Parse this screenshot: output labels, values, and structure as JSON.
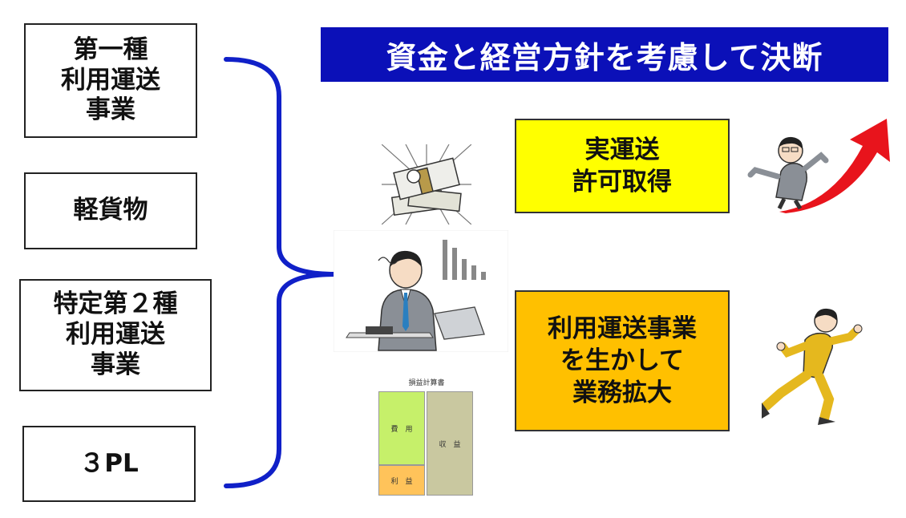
{
  "left_options": [
    {
      "label": "第一種\n利用運送\n事業"
    },
    {
      "label": "軽貨物"
    },
    {
      "label": "特定第２種\n利用運送\n事業"
    },
    {
      "label": "３PL"
    }
  ],
  "banner": {
    "text": "資金と経営方針を考慮して決断",
    "color": "#0b10b8"
  },
  "outcomes": [
    {
      "label": "実運送\n許可取得",
      "color": "#ffff00"
    },
    {
      "label": "利用運送事業\nを生かして\n業務拡大",
      "color": "#ffc000"
    }
  ],
  "pl_statement": {
    "title": "損益計算書",
    "cost": "費　用",
    "profit": "利　益",
    "revenue": "収　益"
  },
  "icons": [
    "money-stack-icon",
    "worried-businessman-icon",
    "businessman-rising-arrow-icon",
    "running-businessman-icon"
  ]
}
